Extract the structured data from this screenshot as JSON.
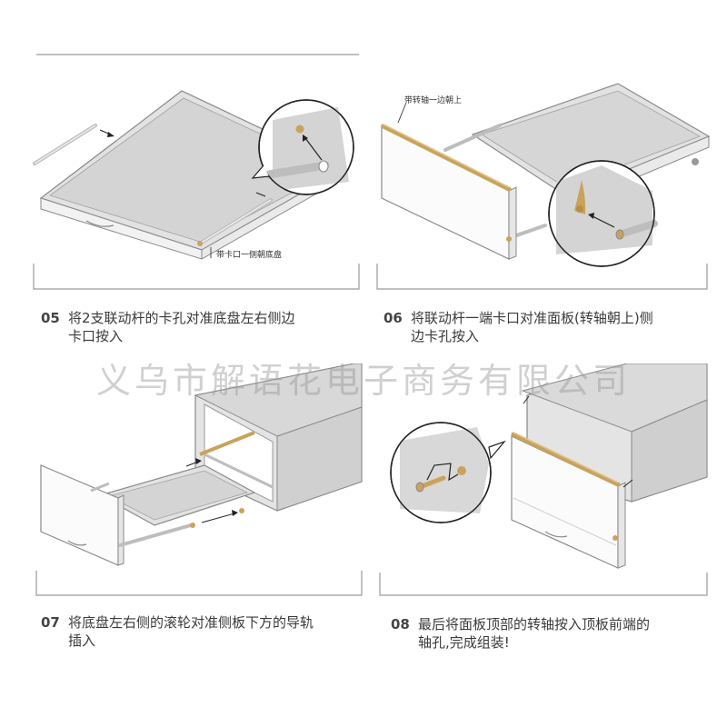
{
  "steps": [
    {
      "num": "05",
      "line1": "将2支联动杆的卡孔对准底盘左右侧边",
      "line2": "卡口按入",
      "label": "带卡口一侧朝底盘"
    },
    {
      "num": "06",
      "line1": "将联动杆一端卡口对准面板(转轴朝上)侧",
      "line2": "边卡孔按入",
      "label": "带转轴一边朝上"
    },
    {
      "num": "07",
      "line1": "将底盘左右侧的滚轮对准侧板下方的导轨",
      "line2": "插入"
    },
    {
      "num": "08",
      "line1": "最后将面板顶部的转轴按入顶板前端的",
      "line2": "轴孔,完成组装!"
    }
  ],
  "watermark": "义乌市解语花电子商务有限公司",
  "colors": {
    "panel_fill": "#e0e0e0",
    "panel_edge": "#8a8a8a",
    "white_panel": "#fbfbfb",
    "gold": "#c9a35c",
    "text": "#3a3a3a"
  }
}
